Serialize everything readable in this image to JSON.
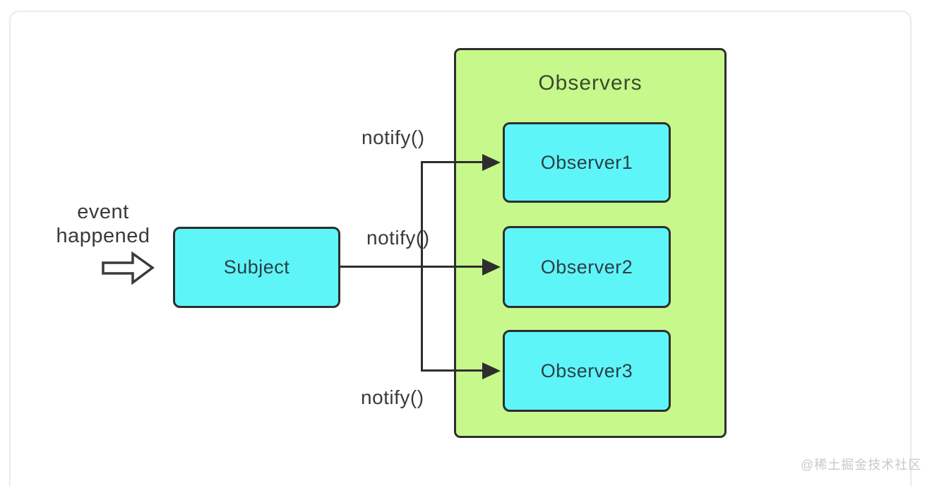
{
  "diagram": {
    "event_label": {
      "line1": "event",
      "line2": "happened"
    },
    "subject": {
      "label": "Subject"
    },
    "observers_group": {
      "title": "Observers",
      "items": [
        {
          "label": "Observer1"
        },
        {
          "label": "Observer2"
        },
        {
          "label": "Observer3"
        }
      ]
    },
    "edges": [
      {
        "from": "Subject",
        "to": "Observer1",
        "label": "notify()"
      },
      {
        "from": "Subject",
        "to": "Observer2",
        "label": "notify()"
      },
      {
        "from": "Subject",
        "to": "Observer3",
        "label": "notify()"
      }
    ]
  },
  "watermark": "@稀土掘金技术社区",
  "colors": {
    "box_fill": "#5ef5f8",
    "group_fill": "#c6f88b",
    "shape_border": "#2e2e2e",
    "box_text": "#2c3e46",
    "group_title_text": "#3c4a2f",
    "label_text": "#3a3a3a",
    "watermark_text": "#c9c9c9",
    "card_border": "#ebebeb"
  }
}
